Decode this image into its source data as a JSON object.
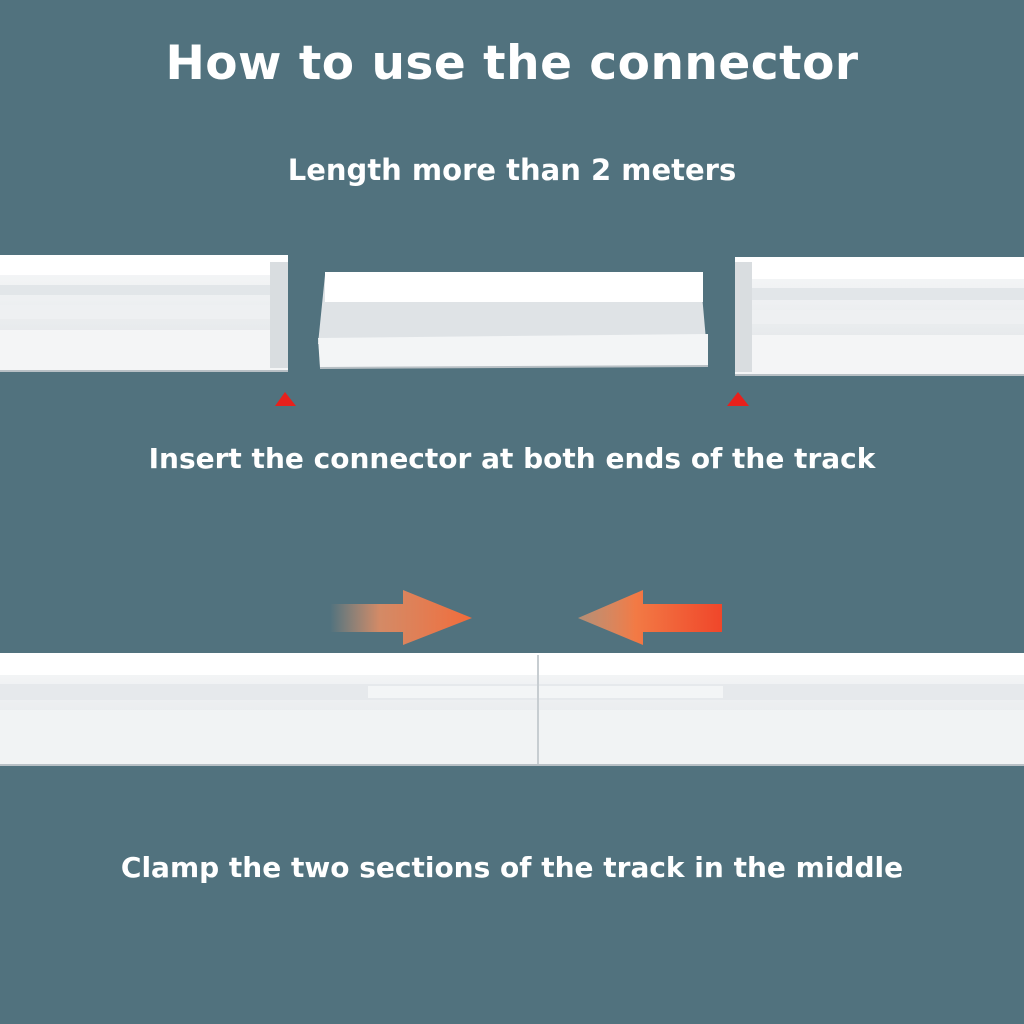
{
  "title": "How to use the connector",
  "subtitle": "Length more than 2 meters",
  "step1_caption": "Insert the connector at both ends of the track",
  "step2_caption": "Clamp the two sections of the track in the middle",
  "colors": {
    "background": "#51727e",
    "text": "#ffffff",
    "marker": "#e8201c",
    "arrow": "#f26b3a"
  }
}
